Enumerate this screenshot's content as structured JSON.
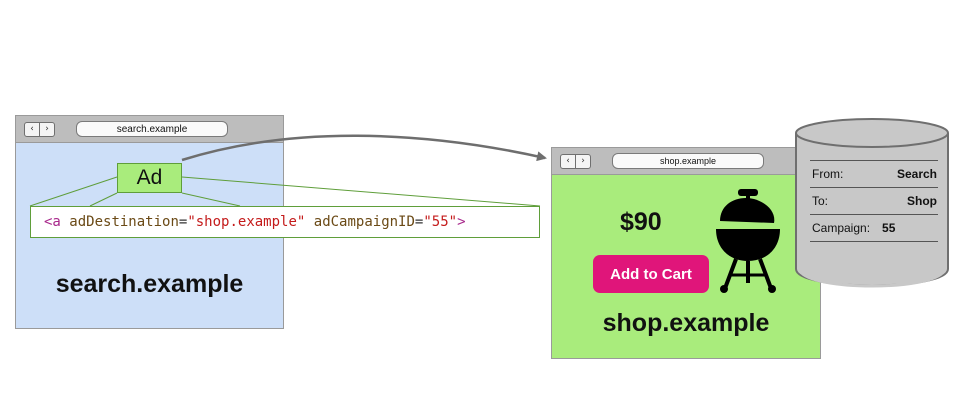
{
  "search_window": {
    "url": "search.example",
    "title": "search.example",
    "ad_label": "Ad",
    "nav_back": "‹",
    "nav_forward": "›"
  },
  "code": {
    "open": "<a ",
    "attr1": "adDestination",
    "eq1": "=",
    "val1": "\"shop.example\"",
    "space": " ",
    "attr2": "adCampaignID",
    "eq2": "=",
    "val2": "\"55\"",
    "close": ">"
  },
  "shop_window": {
    "url": "shop.example",
    "title": "shop.example",
    "price": "$90",
    "button_label": "Add to Cart",
    "nav_back": "‹",
    "nav_forward": "›"
  },
  "database": {
    "rows": [
      {
        "label": "From:",
        "value": "Search"
      },
      {
        "label": "To:",
        "value": "Shop"
      },
      {
        "label": "Campaign:",
        "value": "55"
      }
    ]
  },
  "colors": {
    "search_bg": "#cddff8",
    "shop_bg": "#a9ec7c",
    "ad_bg": "#a9ec7c",
    "button_bg": "#e0157a",
    "database_fill": "#c8c8c8"
  },
  "icons": {
    "grill": "grill-icon",
    "database": "database-icon",
    "arrow": "arrow-icon"
  }
}
